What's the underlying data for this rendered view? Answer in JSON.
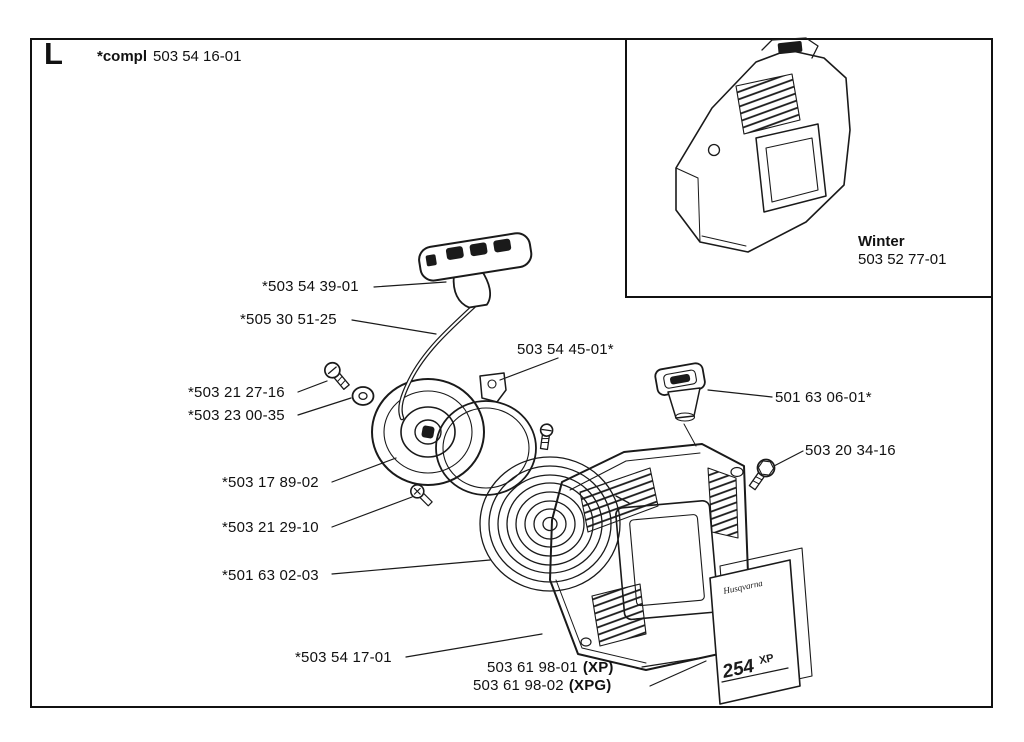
{
  "page": {
    "section_letter": "L",
    "compl_label": "*compl",
    "compl_number": "503 54 16-01"
  },
  "inset": {
    "title": "Winter",
    "part_number": "503 52 77-01"
  },
  "parts": {
    "handle": "*503 54 39-01",
    "rope": "*505 30 51-25",
    "screw_small": "*503 21 27-16",
    "washer": "*503 23 00-35",
    "plate": "503 54 45-01*",
    "pulley": "*503 17 89-02",
    "screw_pulley": "*503 21 29-10",
    "spring": "*501 63 02-03",
    "rope_guide": "501 63 06-01*",
    "screw_housing": "503 20 34-16",
    "housing": "*503 54 17-01",
    "decal_xp_number": "503 61 98-01",
    "decal_xp_suffix": "(XP)",
    "decal_xpg_number": "503 61 98-02",
    "decal_xpg_suffix": "(XPG)"
  },
  "decal": {
    "brand": "Husqvarna",
    "model": "254",
    "variant": "XP"
  }
}
